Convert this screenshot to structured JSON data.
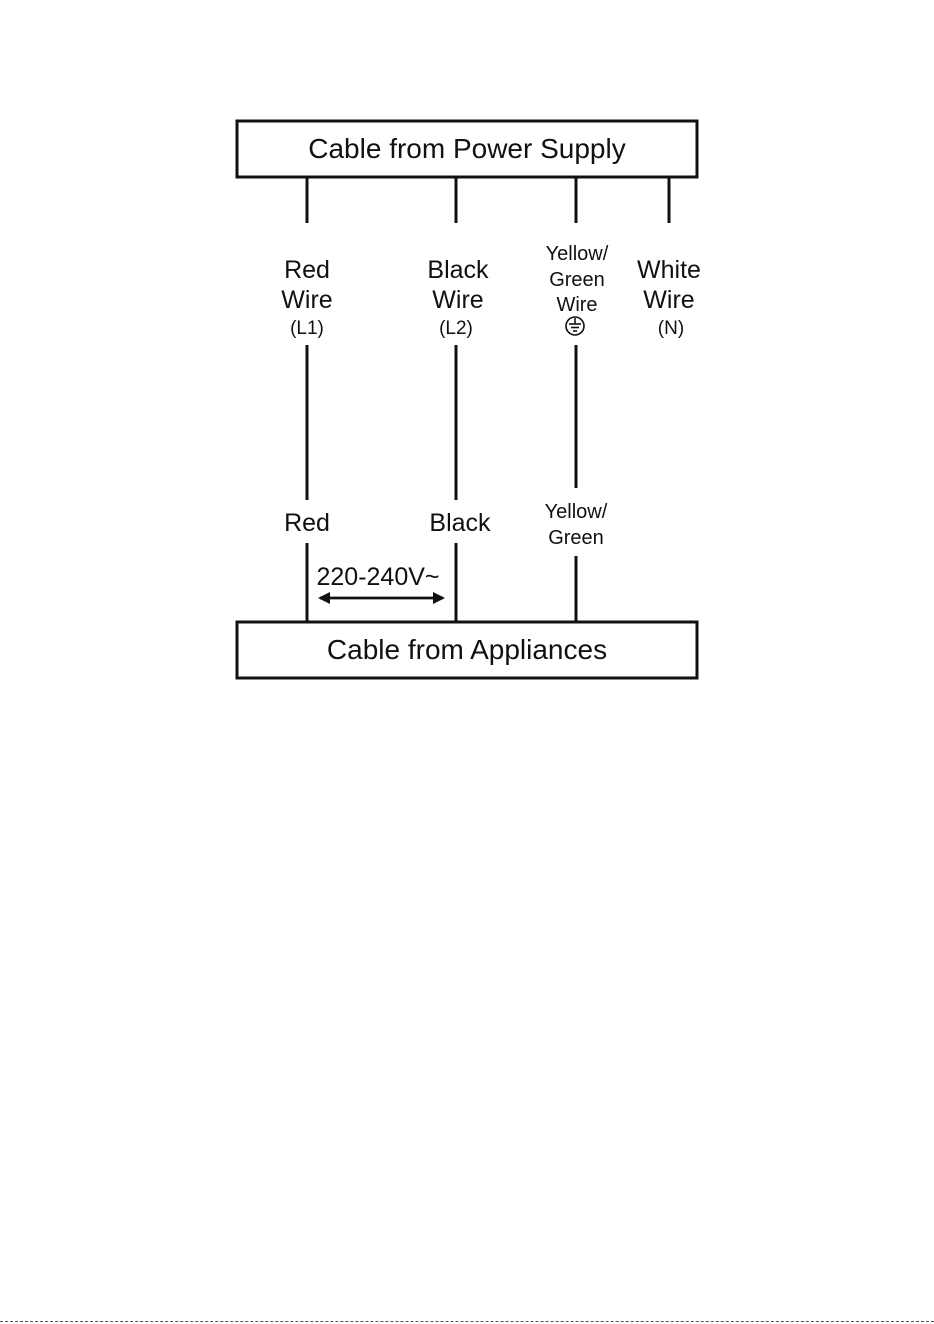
{
  "supply_box": {
    "label": "Cable from Power Supply"
  },
  "appliance_box": {
    "label": "Cable from Appliances"
  },
  "wires": [
    {
      "id": "red",
      "name_line1": "Red",
      "name_line2": "Wire",
      "code": "(L1)",
      "appliance_label": "Red"
    },
    {
      "id": "black",
      "name_line1": "Black",
      "name_line2": "Wire",
      "code": "(L2)",
      "appliance_label": "Black"
    },
    {
      "id": "earth",
      "name_line1": "Yellow/",
      "name_line2": "Green",
      "name_line3": "Wire",
      "symbol": "earth-ground-icon",
      "appliance_label_line1": "Yellow/",
      "appliance_label_line2": "Green"
    },
    {
      "id": "white",
      "name_line1": "White",
      "name_line2": "Wire",
      "code": "(N)"
    }
  ],
  "voltage": {
    "label": "220-240V~"
  },
  "colors": {
    "line": "#111111",
    "background": "#ffffff"
  }
}
